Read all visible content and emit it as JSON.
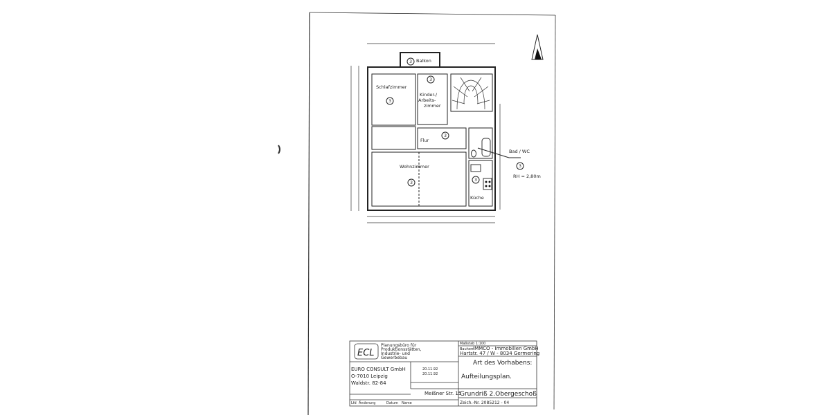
{
  "plan": {
    "rooms": {
      "balcony": "Balkon",
      "bedroom": "Schlafzimmer",
      "kids_line1": "Kinder-/",
      "kids_line2": "Arbeits-",
      "kids_line3": "zimmer",
      "hall": "Flur",
      "bath": "Bad / WC",
      "living": "Wohnzimmer",
      "kitchen": "Küche"
    },
    "room_marker": "3",
    "room_height": "RH = 2,80m"
  },
  "title_block": {
    "firm_logo": "ECL",
    "firm_desc": [
      "Planungsbüro für",
      "Produktionsstätten,",
      "Industrie- und",
      "Gewerbebau"
    ],
    "firm_address": [
      "EURO CONSULT GmbH",
      "O-7010 Leipzig",
      "Waldstr. 82-84"
    ],
    "scale": "Maßstab 1:100",
    "client_label": "Bauherr",
    "client_name": "IMMCO - Immobilien GmbH",
    "client_address": "Hartstr. 47 / W - 8034 Germering",
    "project_type_label": "Art des Vorhabens:",
    "project_type": "Aufteilungsplan.",
    "drawing_title": "Grundriß 2.Obergeschoß",
    "site": "Meißner Str. 15",
    "drawing_no": "Zeich.-Nr. 2085212 - 04",
    "dates": [
      "20.11.92",
      "20.11.92"
    ],
    "revision_headers": [
      "Lfd",
      "Änderung",
      "Datum",
      "Name"
    ]
  }
}
